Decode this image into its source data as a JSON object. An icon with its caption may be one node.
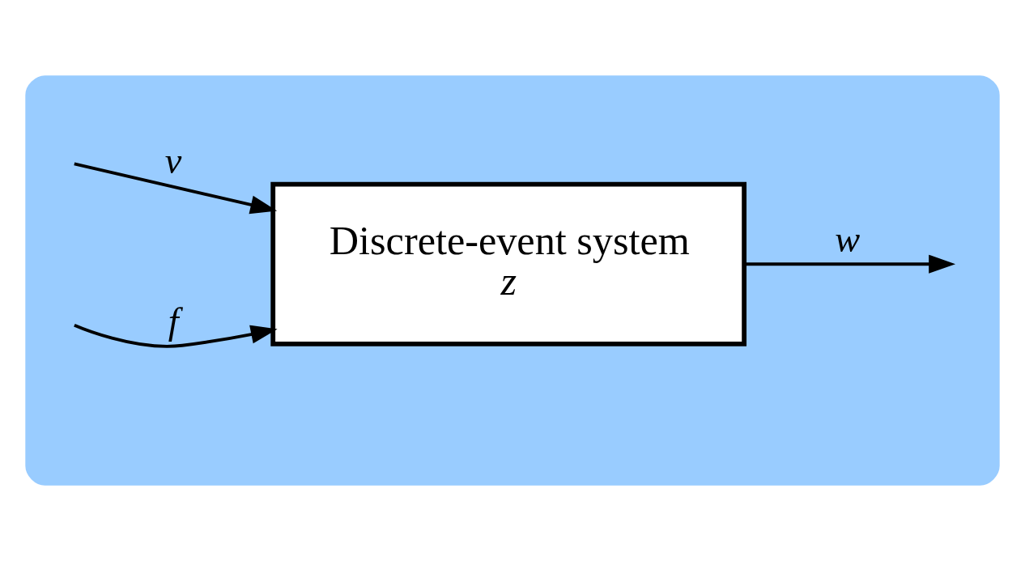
{
  "diagram": {
    "nodes": [
      {
        "text": [],
        "shape": "cloud"
      },
      {
        "text": [
          "Discrete-event system",
          "z"
        ],
        "in": 0
      }
    ],
    "edges": [
      {
        "from": 1,
        "to": null,
        "arrow": "to",
        "label": "w"
      },
      {
        "from": null,
        "to": 1,
        "arrow": "to",
        "label": "v"
      },
      {
        "from": null,
        "to": 1,
        "arrow": "to",
        "label": "f"
      }
    ]
  }
}
